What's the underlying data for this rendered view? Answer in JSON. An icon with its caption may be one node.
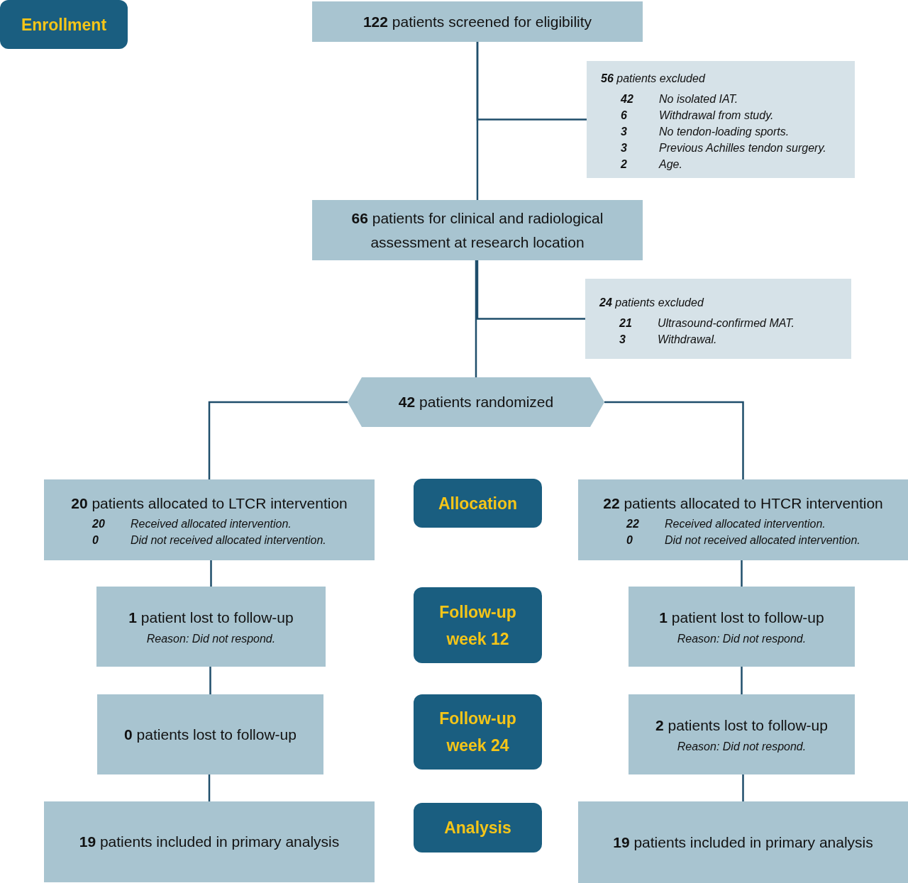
{
  "diagram": {
    "nodes": [
      {
        "text": [
          "Enrollment"
        ]
      },
      {
        "text": [
          "**122** patients screened for eligibility"
        ]
      },
      {
        "text": [
          "**56** patients excluded",
          "42",
          "No isolated IAT.",
          "6",
          "Withdrawal from study.",
          "3",
          "No tendon-loading sports.",
          "3",
          "Previous Achilles tendon surgery.",
          "2",
          "Age."
        ]
      },
      {
        "text": [
          "**66** patients for clinical and radiological assessment at research location"
        ]
      },
      {
        "text": [
          "**24** patients excluded",
          "21",
          "Ultrasound-confirmed MAT.",
          "3",
          "Withdrawal."
        ]
      },
      {
        "text": [
          "**42** patients randomized"
        ]
      },
      {
        "text": [
          "**20** patients allocated to LTCR intervention",
          "20",
          "Received allocated intervention.",
          "0",
          "Did not received allocated intervention."
        ]
      },
      {
        "text": [
          "Allocation"
        ]
      },
      {
        "text": [
          "**22** patients allocated to HTCR intervention",
          "22",
          "Received allocated intervention.",
          "0",
          "Did not received allocated intervention."
        ]
      },
      {
        "text": [
          "**1** patient lost to follow-up",
          "Reason: Did not respond."
        ]
      },
      {
        "text": [
          "Follow-up week 12"
        ]
      },
      {
        "text": [
          "**1** patient lost to follow-up",
          "Reason: Did not respond."
        ]
      },
      {
        "text": [
          "**0** patients lost to follow-up"
        ]
      },
      {
        "text": [
          "Follow-up week 24"
        ]
      },
      {
        "text": [
          "**2** patients lost to follow-up",
          "Reason: Did not respond."
        ]
      },
      {
        "text": [
          "**19** patients included in primary analysis"
        ]
      },
      {
        "text": [
          "Analysis"
        ]
      },
      {
        "text": [
          "**19** patients included in primary analysis"
        ]
      }
    ],
    "edges": [
      {
        "from": 1,
        "to": 3,
        "arrow": "none"
      },
      {
        "from": 1,
        "to": 2,
        "arrow": "none"
      },
      {
        "from": 3,
        "to": 5,
        "arrow": "none"
      },
      {
        "from": 3,
        "to": 4,
        "arrow": "none"
      },
      {
        "from": 5,
        "to": 6,
        "arrow": "none"
      },
      {
        "from": 5,
        "to": 8,
        "arrow": "none"
      },
      {
        "from": 6,
        "to": 9,
        "arrow": "none"
      },
      {
        "from": 9,
        "to": 12,
        "arrow": "none"
      },
      {
        "from": 12,
        "to": 15,
        "arrow": "none"
      },
      {
        "from": 8,
        "to": 11,
        "arrow": "none"
      },
      {
        "from": 11,
        "to": 14,
        "arrow": "none"
      },
      {
        "from": 14,
        "to": 17,
        "arrow": "none"
      }
    ]
  }
}
